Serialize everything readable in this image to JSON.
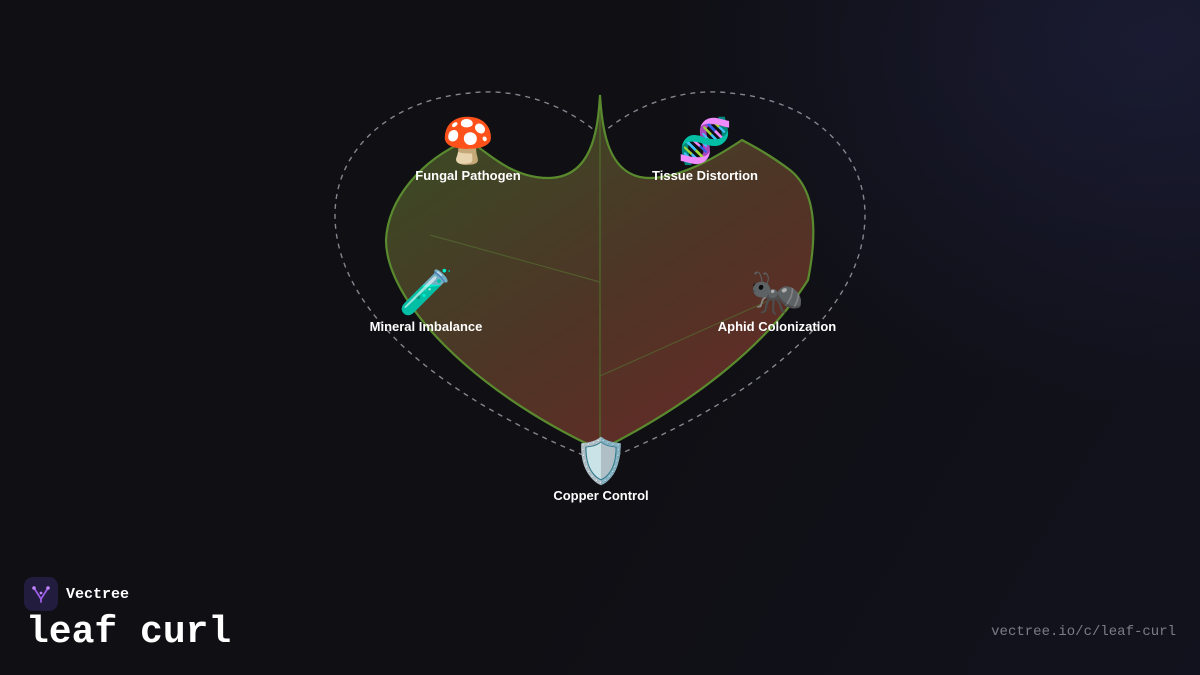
{
  "diagram": {
    "nodes": [
      {
        "id": "fungal",
        "icon": "mushroom-icon",
        "emoji": "🍄",
        "label": "Fungal Pathogen"
      },
      {
        "id": "tissue",
        "icon": "dna-icon",
        "emoji": "🧬",
        "label": "Tissue Distortion"
      },
      {
        "id": "mineral",
        "icon": "test-tube-icon",
        "emoji": "🧪",
        "label": "Mineral Imbalance"
      },
      {
        "id": "aphid",
        "icon": "ant-icon",
        "emoji": "🐜",
        "label": "Aphid Colonization"
      },
      {
        "id": "copper",
        "icon": "shield-icon",
        "emoji": "🛡️",
        "label": "Copper Control"
      }
    ],
    "colors": {
      "leaf_outline": "#5a8a2e",
      "leaf_fill_top": "#3a4a26",
      "leaf_fill_bottom": "#5e2a26",
      "dashed_ring": "#9a9aa4"
    }
  },
  "brand": {
    "name": "Vectree",
    "logo_icon": "vectree-logo-icon",
    "logo_color": "#9b5de5"
  },
  "page": {
    "title": "leaf curl",
    "url": "vectree.io/c/leaf-curl"
  }
}
